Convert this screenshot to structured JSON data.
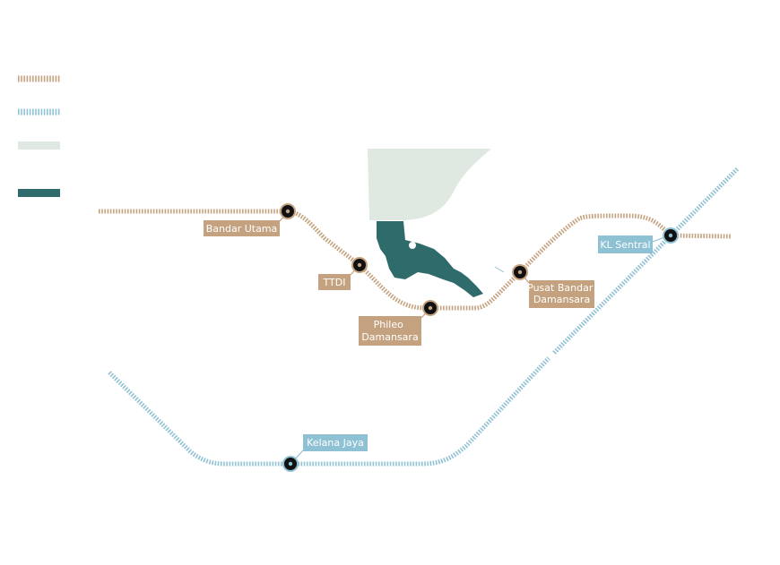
{
  "colors": {
    "mrt_line": "#c4a27f",
    "lrt_line": "#8fc1d4",
    "district_area": "#dfe8e1",
    "development_site": "#2f6b6a",
    "station_marker": "#111111",
    "mrt_label_bg": "#c4a27f",
    "lrt_label_bg": "#8fc1d4",
    "label_text": "#ffffff"
  },
  "legend": [
    {
      "symbol": "mrt-line"
    },
    {
      "symbol": "lrt-line"
    },
    {
      "symbol": "district-area"
    },
    {
      "symbol": "development-site"
    }
  ],
  "stations": [
    {
      "id": "bandar-utama",
      "name": "Bandar Utama",
      "line": "mrt"
    },
    {
      "id": "ttdi",
      "name": "TTDI",
      "line": "mrt"
    },
    {
      "id": "phileo-damansara",
      "name": "Phileo Damansara",
      "line": "mrt"
    },
    {
      "id": "pusat-bandar-damansara",
      "name": "Pusat Bandar Damansara",
      "line": "mrt"
    },
    {
      "id": "kl-sentral",
      "name": "KL Sentral",
      "line": "lrt"
    },
    {
      "id": "kelana-jaya",
      "name": "Kelana Jaya",
      "line": "lrt"
    }
  ]
}
